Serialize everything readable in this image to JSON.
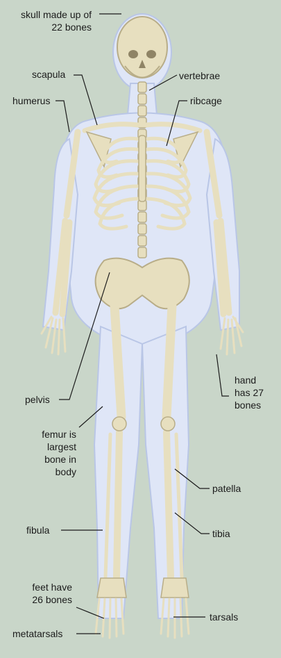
{
  "colors": {
    "background": "#c9d6c9",
    "body_silhouette": "#dfe6f7",
    "body_outline": "#b9c6e6",
    "bone": "#e7dfbf",
    "bone_shade": "#b8ad88",
    "leader_line": "#1b1b1b"
  },
  "labels": {
    "skull": "skull made up of\n22 bones",
    "scapula": "scapula",
    "vertebrae": "vertebrae",
    "humerus": "humerus",
    "ribcage": "ribcage",
    "pelvis": "pelvis",
    "hand": "hand\nhas 27\nbones",
    "femur": "femur is\nlargest\nbone in\nbody",
    "patella": "patella",
    "fibula": "fibula",
    "tibia": "tibia",
    "feet": "feet have\n26 bones",
    "tarsals": "tarsals",
    "metatarsals": "metatarsals"
  }
}
